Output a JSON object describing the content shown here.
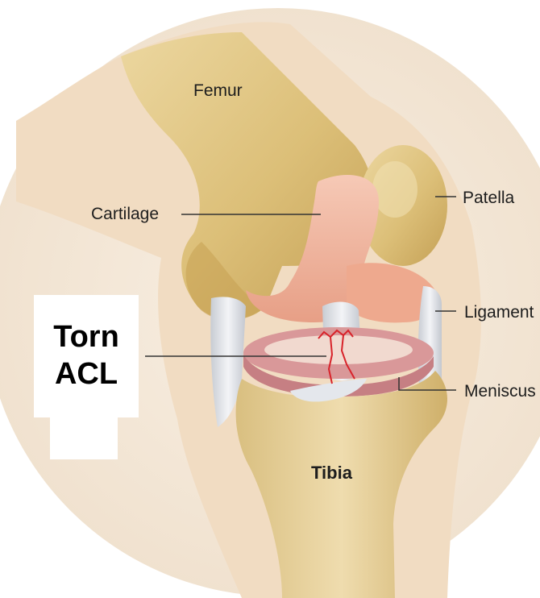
{
  "labels": {
    "femur": "Femur",
    "cartilage": "Cartilage",
    "patella": "Patella",
    "ligament": "Ligament",
    "meniscus": "Meniscus",
    "tibia": "Tibia",
    "torn_acl_line1": "Torn",
    "torn_acl_line2": "ACL"
  },
  "colors": {
    "background_circle": "#f6ecdf",
    "skin": "#f2ddc4",
    "bone": "#e4c98a",
    "bone_shadow": "#c9a85a",
    "cartilage": "#f1b8a2",
    "meniscus": "#d99a9c",
    "ligament": "#e6e9ee",
    "tear": "#d8232a"
  }
}
